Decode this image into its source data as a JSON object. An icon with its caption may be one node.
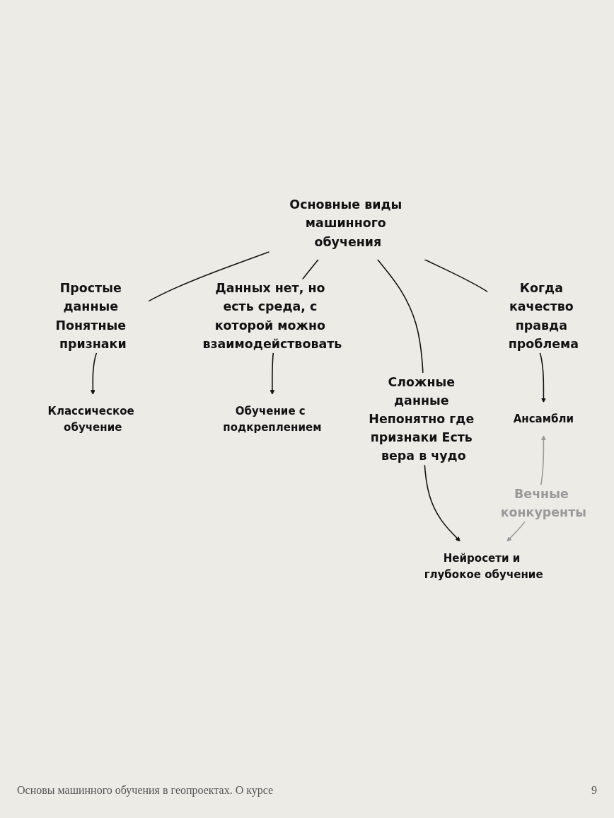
{
  "diagram": {
    "caption": "Основы машинного обучения в геопроектах. О курсе",
    "nodes": [
      {
        "text": [
          "Основные виды машинного обучения"
        ]
      },
      {
        "text": [
          "Классическое обучение"
        ]
      },
      {
        "text": [
          "Обучение с подкреплением"
        ]
      },
      {
        "text": [
          "Ансамбли"
        ]
      },
      {
        "text": [
          "Нейросети и глубокое обучение"
        ]
      }
    ],
    "edges": [
      {
        "from": 0,
        "to": 1,
        "arrow": "to",
        "label": "Простые данные Понятные признаки"
      },
      {
        "from": 0,
        "to": 2,
        "arrow": "to",
        "label": "Данных нет, но есть среда, с которой можно взаимодействовать"
      },
      {
        "from": 0,
        "to": 3,
        "arrow": "to",
        "label": "Когда качество правда проблема"
      },
      {
        "from": 0,
        "to": 4,
        "arrow": "to",
        "label": "Сложные данные Непонятно где признаки Есть вера в чудо"
      },
      {
        "from": 3,
        "to": 4,
        "arrow": "both",
        "label": "Вечные конкуренты",
        "color": "#999999"
      }
    ],
    "labels": [
      "9"
    ]
  }
}
